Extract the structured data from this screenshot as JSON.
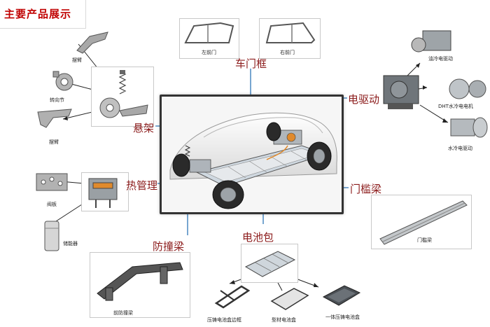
{
  "header": {
    "title": "主要产品展示"
  },
  "categories": {
    "door_frame": "车门框",
    "e_drive": "电驱动",
    "suspension": "悬架",
    "thermal": "热管理",
    "sill_beam": "门槛梁",
    "bumper": "防撞梁",
    "battery_pack": "电池包"
  },
  "parts": {
    "left_front_door": "左前门",
    "right_front_door": "右前门",
    "swing_arm_top": "摆臂",
    "knuckle": "转向节",
    "swing_arm_bottom": "摆臂",
    "oil_cooled_drive": "油冷电驱动",
    "dht_motor": "DHT水冷电电机",
    "water_cooled_drive": "水冷电驱动",
    "valve_plate": "阀板",
    "accumulator": "储能器",
    "sill_beam": "门槛梁",
    "front_bumper_beam": "前防撞梁",
    "die_cast_frame": "压铸电池盒边框",
    "profile_battery_box": "型材电池盒",
    "integrated_battery_box": "一体压铸电池盒"
  },
  "colors": {
    "title": "#c00000",
    "category": "#8b1a1a",
    "leader": "#2e75b6"
  }
}
